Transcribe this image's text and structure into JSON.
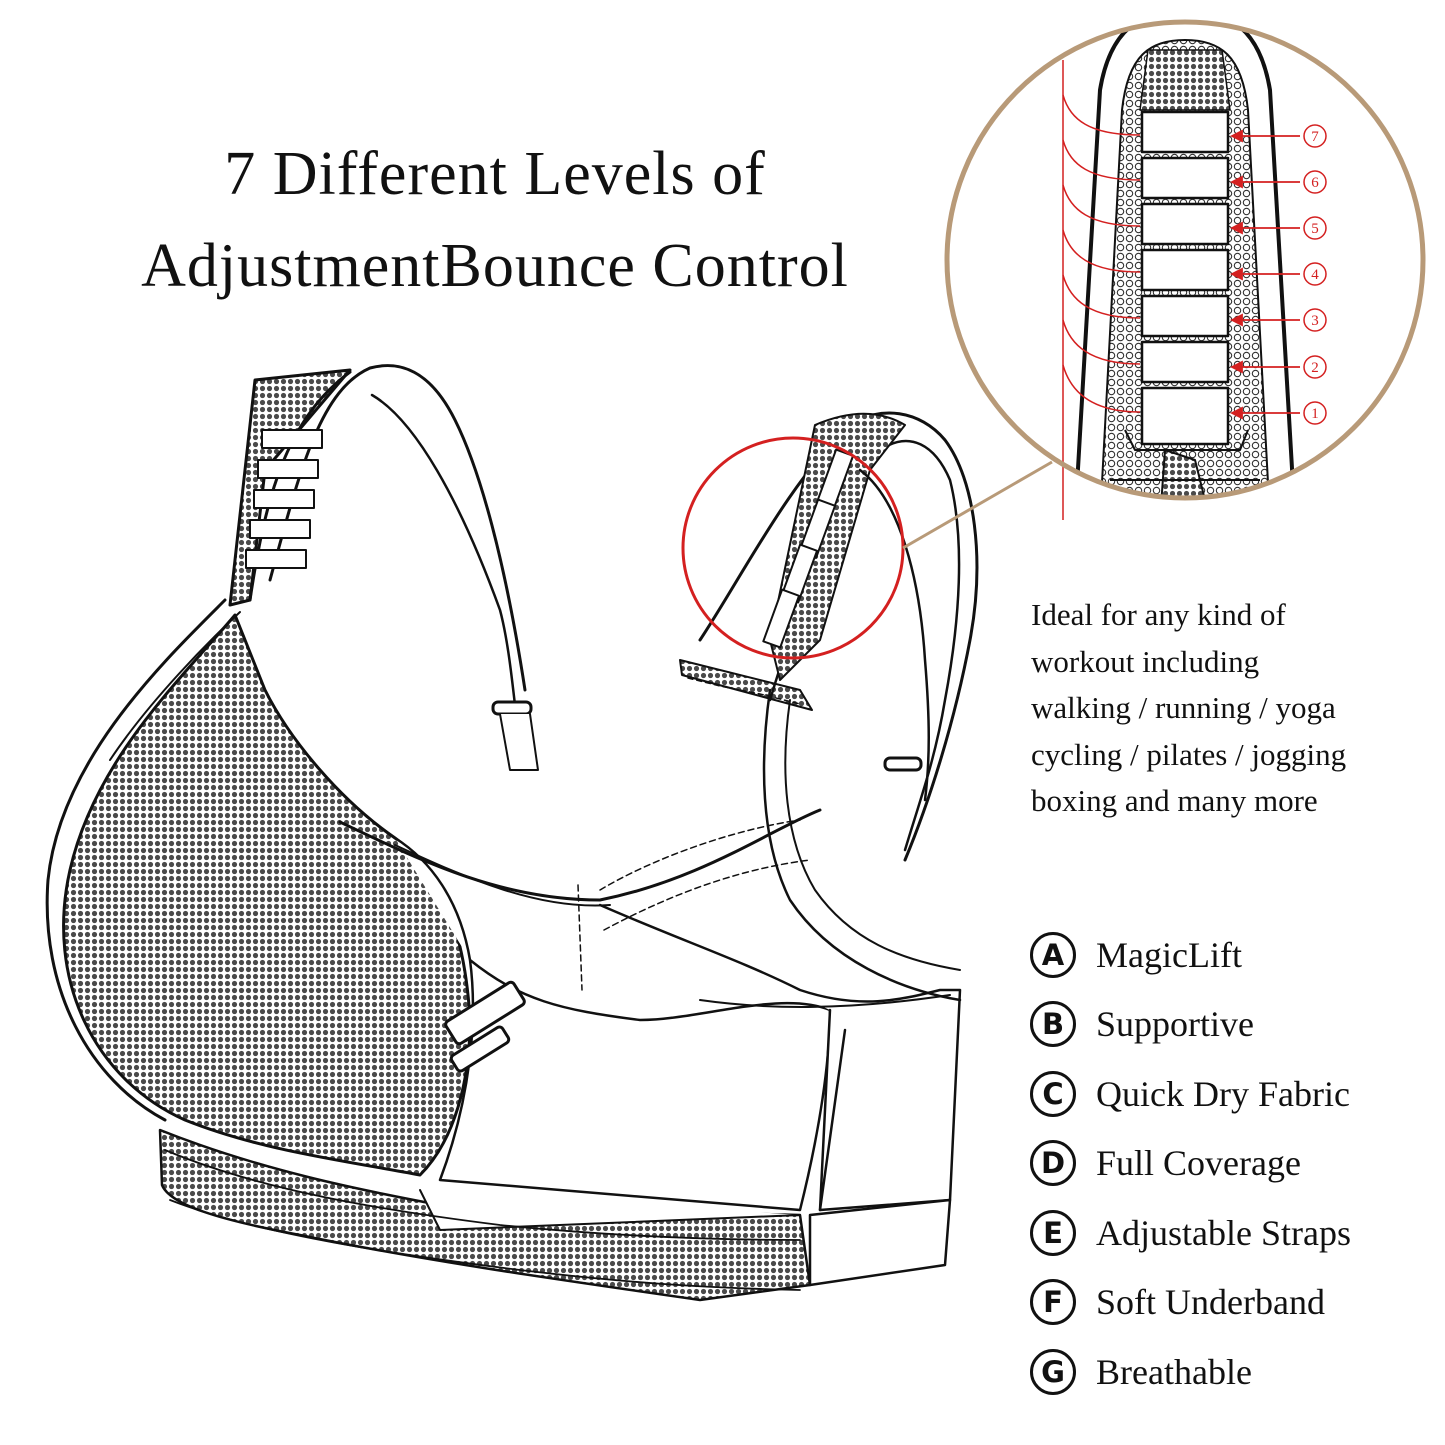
{
  "title": {
    "line1": "7 Different Levels of",
    "line2": "AdjustmentBounce Control"
  },
  "description": [
    "Ideal for any kind of",
    "workout including",
    "walking / running / yoga",
    "cycling / pilates / jogging",
    "boxing and many more"
  ],
  "features": [
    {
      "letter": "A",
      "label": "MagicLift"
    },
    {
      "letter": "B",
      "label": "Supportive"
    },
    {
      "letter": "C",
      "label": "Quick Dry Fabric"
    },
    {
      "letter": "D",
      "label": "Full Coverage"
    },
    {
      "letter": "E",
      "label": "Adjustable Straps"
    },
    {
      "letter": "F",
      "label": "Soft Underband"
    },
    {
      "letter": "G",
      "label": "Breathable"
    }
  ],
  "zoom_levels": [
    "7",
    "6",
    "5",
    "4",
    "3",
    "2",
    "1"
  ],
  "colors": {
    "ink": "#111111",
    "callout_red": "#d42020",
    "callout_ring": "#b89a78",
    "mesh": "#5a5a5a"
  }
}
